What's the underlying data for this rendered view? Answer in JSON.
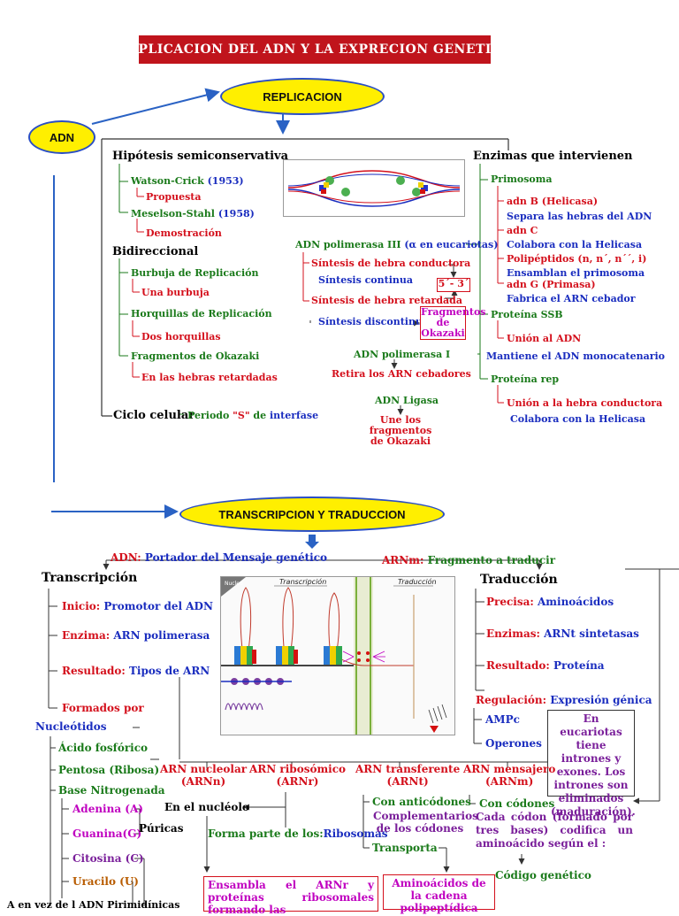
{
  "title": "REPLICACION DEL ADN Y LA EXPRECION GENETICA",
  "nodes": {
    "adn": "ADN",
    "replicacion": "REPLICACION",
    "transcripcion_traduccion": "TRANSCRIPCION Y TRADUCCION"
  },
  "left": {
    "hipotesis": "Hipótesis semiconservativa",
    "watson": "Watson-Crick",
    "watson_year": "(1953)",
    "propuesta": "Propuesta",
    "meselson": "Meselson-Stahl",
    "meselson_year": "(1958)",
    "demostracion": "Demostración",
    "bidireccional": "Bidireccional",
    "burbuja": "Burbuja de Replicación",
    "una_burbuja": "Una burbuja",
    "horquillas": "Horquillas de Replicación",
    "dos_horquillas": "Dos horquillas",
    "fragmentos": "Fragmentos de Okazaki",
    "hebras_retardadas": "En las hebras retardadas",
    "ciclo": "Ciclo celular",
    "periodo": "Periodo",
    "s": "\"S\"",
    "de": "de",
    "interfase": "interfase"
  },
  "middle": {
    "polimerasa3": "ADN polimerasa III",
    "eucariotas": "(α en eucariotas)",
    "sintesis_conductora": "Síntesis de hebra conductora",
    "sintesis_continua": "Síntesis continua",
    "sintesis_retardada": "Síntesis de hebra retardada",
    "sintesis_discontinua": "Síntesis discontinua",
    "direccion": "5´- 3´",
    "fragmentos_okazaki": "Fragmentos de Okazaki",
    "polimerasa1": "ADN polimerasa I",
    "retira": "Retira los ARN cebadores",
    "ligasa": "ADN Ligasa",
    "une": "Une los fragmentos de Okazaki"
  },
  "right": {
    "enzimas": "Enzimas  que intervienen",
    "primosoma": "Primosoma",
    "adnb": "adn B (Helicasa)",
    "separa": "Separa las hebras del ADN",
    "adnc": "adn C",
    "colabora": "Colabora con la Helicasa",
    "polipeptidos": "Polipéptidos (n, n´, n´´, i)",
    "ensamblan": "Ensamblan el primosoma",
    "adng": "adn G (Primasa)",
    "fabrica": "Fabrica el ARN cebador",
    "ssb": "Proteína SSB",
    "union_adn": "Unión al ADN",
    "mantiene": "Mantiene el ADN monocatenario",
    "rep": "Proteína rep",
    "union_hebra": "Unión a la hebra conductora",
    "colabora2": "Colabora con la Helicasa"
  },
  "bottom": {
    "adn_label": "ADN:",
    "portador": "Portador del Mensaje genético",
    "arnm_label": "ARNm:",
    "fragmento": "Fragmento a traducir",
    "transcripcion": "Transcripción",
    "inicio": "Inicio:",
    "promotor": "Promotor del ADN",
    "enzima": "Enzima:",
    "arn_pol": "ARN polimerasa",
    "resultado": "Resultado:",
    "tipos": "Tipos de ARN",
    "formados": "Formados por",
    "nucleotidos": "Nucleótidos",
    "acido": "Ácido fosfórico",
    "pentosa": "Pentosa (Ribosa)",
    "base": "Base Nitrogenada",
    "adenina": "Adenina (A)",
    "guanina": "Guanina(G)",
    "puricas": "Púricas",
    "citosina": "Citosina (C)",
    "uracilo": "Uracilo (U)",
    "cut_text": "A  en vez de l ADN    Pirimidínicas",
    "traduccion": "Traducción",
    "precisa": "Precisa:",
    "aminoacidos": "Aminoácidos",
    "enzimas": "Enzimas:",
    "arnt_sint": "ARNt sintetasas",
    "resultado2": "Resultado:",
    "proteina": "Proteína",
    "regulacion": "Regulación:",
    "expresion": "Expresión génica",
    "ampc": "AMPc",
    "operones": "Operones",
    "euc_box": "En eucariotas tiene intrones y exones. Los intrones son eliminados (maduración).",
    "arn_nucleolar": "ARN nucleolar",
    "arnn": "(ARNn)",
    "arn_ribosomico": "ARN ribosómico",
    "arnr": "(ARNr)",
    "arn_transferente": "ARN transferente",
    "arnt": "(ARNt)",
    "arn_mensajero": "ARN mensajero",
    "arnm": "(ARNm)",
    "en_nucleolo": "En el nucléolo",
    "forma_parte": "Forma parte de los:",
    "ribosomas": "Ribosomas",
    "con_anticodones": "Con anticódones",
    "complementarios": "Complementarios de los códones",
    "transporta": "Transporta",
    "con_codones": "Con códones",
    "cada_codon": "Cada códon (formado por tres bases) codifica un aminoácido según el :",
    "codigo": "Código genético",
    "ensambla": "Ensambla el ARNr y proteínas ribosomales formando las",
    "aminoacidos_cadena": "Aminoácidos de la cadena polipeptídica"
  },
  "figure": {
    "nucleo": "Nucleo",
    "transcripcion": "Transcripción",
    "traduccion": "Traducción"
  }
}
